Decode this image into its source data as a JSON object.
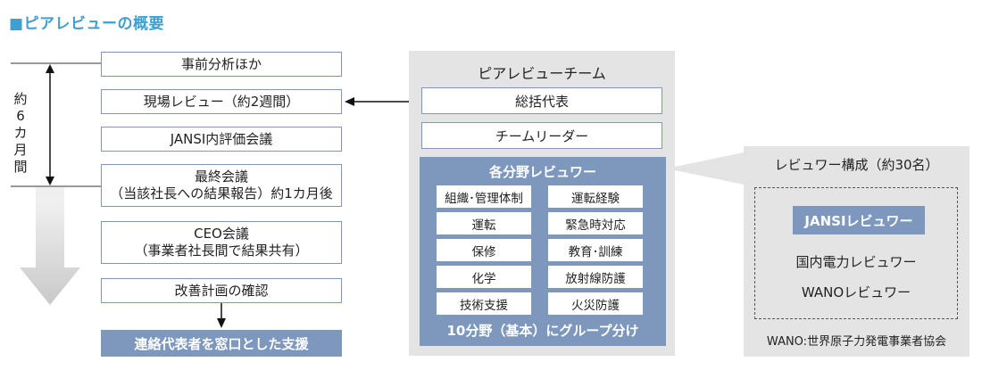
{
  "title": "ピアレビューの概要",
  "title_marker": "■",
  "duration_label": [
    "約",
    "6",
    "カ",
    "月",
    "間"
  ],
  "steps": [
    {
      "line1": "事前分析ほか",
      "line2": ""
    },
    {
      "line1": "現場レビュー（約2週間）",
      "line2": ""
    },
    {
      "line1": "JANSI内評価会議",
      "line2": ""
    },
    {
      "line1": "最終会議",
      "line2": "（当該社長への結果報告）約1カ月後"
    },
    {
      "line1": "CEO会議",
      "line2": "（事業者社長間で結果共有）"
    },
    {
      "line1": "改善計画の確認",
      "line2": ""
    }
  ],
  "final_step": "連絡代表者を窓口とした支援",
  "team": {
    "title": "ピアレビューチーム",
    "lead": "総括代表",
    "team_leader": "チームリーダー",
    "reviewers_title": "各分野レビュワー",
    "fields": [
      "組織･管理体制",
      "運転経験",
      "運転",
      "緊急時対応",
      "保修",
      "教育･訓練",
      "化学",
      "放射線防護",
      "技術支援",
      "火災防護"
    ],
    "footer": "10分野（基本）にグループ分け"
  },
  "composition": {
    "title": "レビュワー構成（約30名）",
    "jansi": "JANSIレビュワー",
    "domestic": "国内電力レビュワー",
    "wano": "WANOレビュワー",
    "footnote": "WANO:世界原子力発電事業者協会"
  },
  "colors": {
    "accent_blue": "#7e98bd",
    "title_blue": "#3d9fd2",
    "panel_gray": "#e4e4e4"
  }
}
